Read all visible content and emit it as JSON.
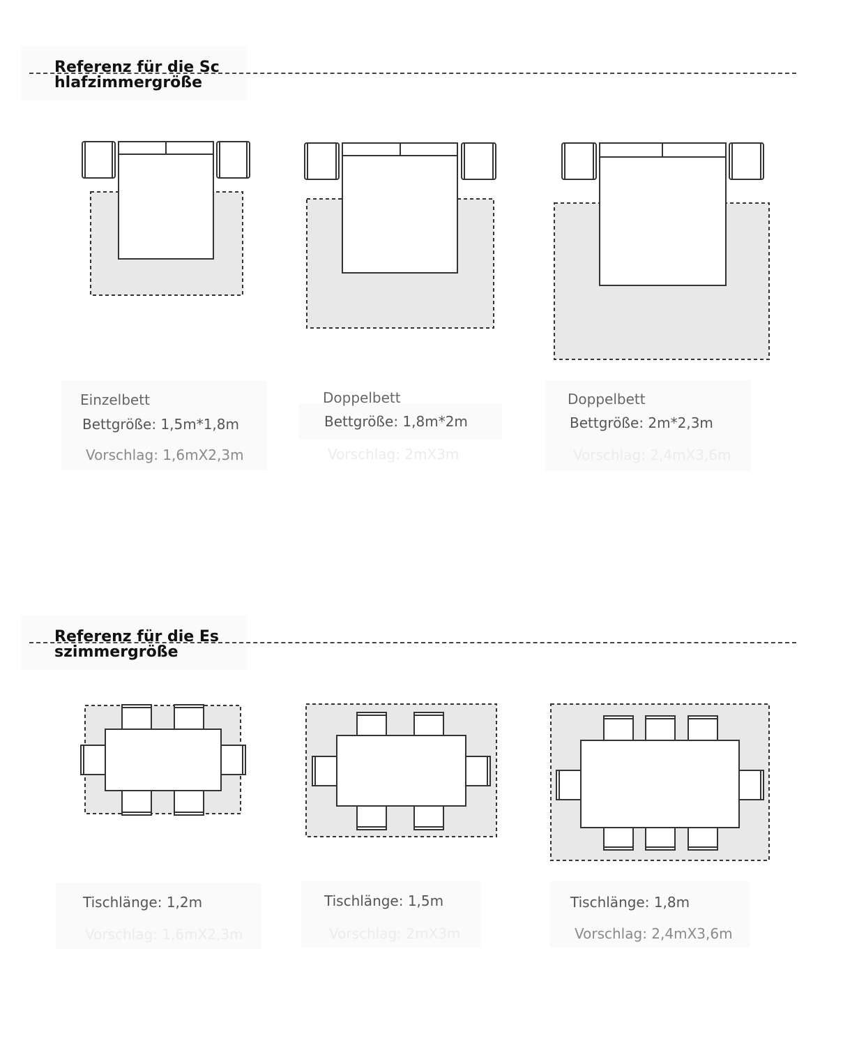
{
  "bedroom": {
    "title": "Referenz für die Schlafzimmergröße",
    "items": [
      {
        "name": "Einzelbett",
        "bed_size": "Bettgröße: 1,5m*1,8m",
        "suggestion": "Vorschlag: 1,6mX2,3m"
      },
      {
        "name": "Doppelbett",
        "bed_size": "Bettgröße: 1,8m*2m",
        "suggestion": "Vorschlag: 2mX3m"
      },
      {
        "name": "Doppelbett",
        "bed_size": "Bettgröße: 2m*2,3m",
        "suggestion": "Vorschlag: 2,4mX3,6m"
      }
    ]
  },
  "dining": {
    "title": "Referenz für die Esszimmergröße",
    "items": [
      {
        "table_length": "Tischlänge: 1,2m",
        "suggestion": "Vorschlag: 1,6mX2,3m"
      },
      {
        "table_length": "Tischlänge: 1,5m",
        "suggestion": "Vorschlag: 2mX3m"
      },
      {
        "table_length": "Tischlänge: 1,8m",
        "suggestion": "Vorschlag: 2,4mX3,6m"
      }
    ]
  },
  "colors": {
    "rug_fill": "#e8e8e8",
    "outline": "#333333",
    "dash": "#444444"
  }
}
